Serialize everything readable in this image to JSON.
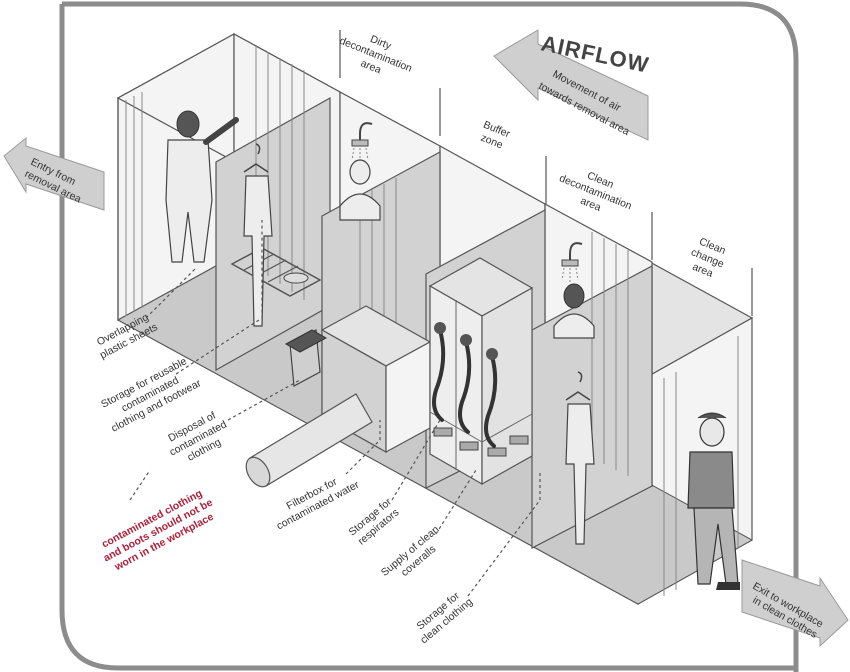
{
  "airflow": {
    "title": "AIRFLOW",
    "subtitle_line1": "Movement of air",
    "subtitle_line2": "towards removal area"
  },
  "entry": {
    "line1": "Entry from",
    "line2": "removal area"
  },
  "exit": {
    "line1": "Exit to workplace",
    "line2": "in clean clothes"
  },
  "zones": {
    "dirty": [
      "Dirty",
      "decontamination",
      "area"
    ],
    "buffer": [
      "Buffer",
      "zone"
    ],
    "clean_decon": [
      "Clean",
      "decontamination",
      "area"
    ],
    "clean_change": [
      "Clean",
      "change",
      "area"
    ]
  },
  "labels": {
    "plastic_sheets": [
      "Overlapping",
      "plastic sheets"
    ],
    "storage_reusable": [
      "Storage for reusable",
      "contaminated",
      "clothing and footwear"
    ],
    "disposal": [
      "Disposal of",
      "contaminated",
      "clothing"
    ],
    "warning": [
      "contaminated clothing",
      "and boots should not be",
      "worn in the workplace"
    ],
    "filterbox": [
      "Filterbox for",
      "contaminated water"
    ],
    "respirators": [
      "Storage for",
      "respirators"
    ],
    "coveralls": [
      "Supply of clean",
      "coveralls"
    ],
    "clean_clothing": [
      "Storage for",
      "clean clothing"
    ]
  },
  "colors": {
    "warning_text": "#b0203a",
    "arrow": "#cfcfcf",
    "frame": "#8c8c8c"
  },
  "icons": [
    "shower-icon",
    "hanger-icon",
    "respirator-icon",
    "person-icon"
  ]
}
